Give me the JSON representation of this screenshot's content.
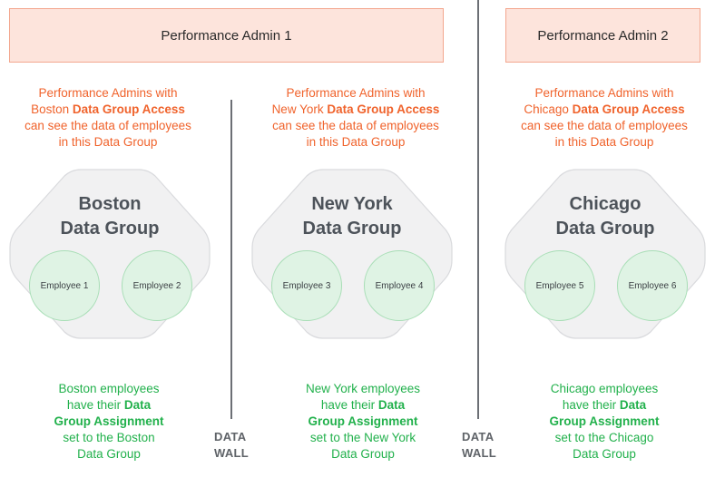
{
  "admins": [
    {
      "label": "Performance Admin 1"
    },
    {
      "label": "Performance Admin 2"
    }
  ],
  "walls": [
    {
      "line1": "DATA",
      "line2": "WALL"
    },
    {
      "line1": "DATA",
      "line2": "WALL"
    }
  ],
  "groups": [
    {
      "access": {
        "line1": "Performance Admins with",
        "city": "Boston",
        "bold": "Data Group Access",
        "line3": "can see the data of employees",
        "line4": "in this Data Group"
      },
      "title": {
        "line1": "Boston",
        "line2": "Data Group"
      },
      "employees": [
        "Employee 1",
        "Employee 2"
      ],
      "assignment": {
        "line1": "Boston employees",
        "line2_prefix": "have their",
        "bold1": "Data",
        "bold2": "Group Assignment",
        "line4": "set to the Boston",
        "line5": "Data Group"
      }
    },
    {
      "access": {
        "line1": "Performance Admins with",
        "city": "New York",
        "bold": "Data Group Access",
        "line3": "can see the data of employees",
        "line4": "in this Data Group"
      },
      "title": {
        "line1": "New York",
        "line2": "Data Group"
      },
      "employees": [
        "Employee 3",
        "Employee 4"
      ],
      "assignment": {
        "line1": "New York employees",
        "line2_prefix": "have their",
        "bold1": "Data",
        "bold2": "Group Assignment",
        "line4": "set to the New York",
        "line5": "Data Group"
      }
    },
    {
      "access": {
        "line1": "Performance Admins with",
        "city": "Chicago",
        "bold": "Data Group Access",
        "line3": "can see the data of employees",
        "line4": "in this Data Group"
      },
      "title": {
        "line1": "Chicago",
        "line2": "Data Group"
      },
      "employees": [
        "Employee 5",
        "Employee 6"
      ],
      "assignment": {
        "line1": "Chicago employees",
        "line2_prefix": "have their",
        "bold1": "Data",
        "bold2": "Group Assignment",
        "line4": "set to the Chicago",
        "line5": "Data Group"
      }
    }
  ],
  "colors": {
    "admin_fill": "#fde4dc",
    "admin_border": "#f3a78f",
    "access_text": "#f0632c",
    "assignment_text": "#22b14c",
    "group_fill": "#f1f1f2",
    "group_border": "#d9dadd",
    "employee_fill": "#dff3e4",
    "employee_border": "#a8deb6",
    "wall": "#6c6f75"
  }
}
